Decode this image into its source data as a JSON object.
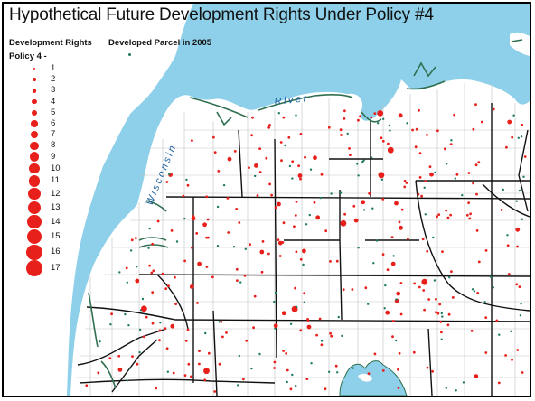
{
  "title": "Hypothetical Future Development Rights Under Policy #4",
  "legend": {
    "heading": "Development Rights",
    "policy_label": "Policy 4 - ",
    "developed_label": "Developed Parcel in 2005",
    "items": [
      "1",
      "2",
      "3",
      "4",
      "5",
      "6",
      "7",
      "8",
      "9",
      "10",
      "11",
      "12",
      "13",
      "14",
      "15",
      "16",
      "17"
    ]
  },
  "labels": {
    "river_word": "River",
    "wisconsin_word": "Wisconsin"
  },
  "colors": {
    "water": "#8ed0ea",
    "rights_dot": "#e8201c",
    "developed_dot": "#1f7a62",
    "road": "#111111",
    "parcel_line": "#bdbdbd",
    "shore_green": "#2f6f50"
  }
}
